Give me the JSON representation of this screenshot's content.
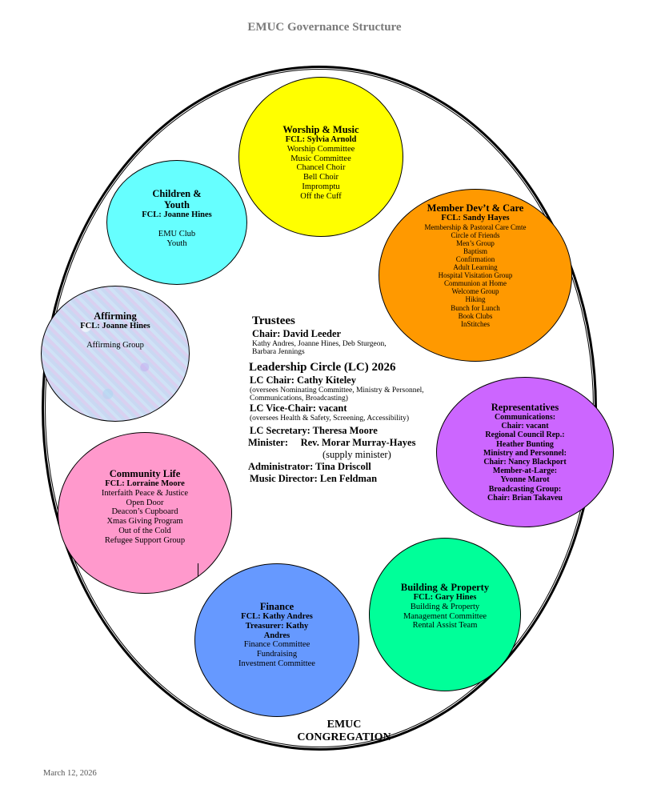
{
  "title": "EMUC Governance Structure",
  "colors": {
    "worship": "#ffff00",
    "member": "#ff9900",
    "children": "#66ffff",
    "affirming": "#c9d8f2",
    "community": "#ff99cc",
    "representatives": "#cc66ff",
    "finance": "#6699ff",
    "building": "#00ff99"
  },
  "circles": {
    "worship": {
      "title": "Worship & Music",
      "fcl": "FCL:  Sylvia Arnold",
      "items": [
        "Worship Committee",
        "Music Committee",
        "Chancel Choir",
        "Bell Choir",
        "Impromptu",
        "Off the Cuff"
      ]
    },
    "children": {
      "title_line1": "Children &",
      "title_line2": "Youth",
      "fcl": "FCL: Joanne Hines",
      "items": [
        "EMU Club",
        "Youth"
      ]
    },
    "member": {
      "title": "Member Dev’t & Care",
      "fcl": "FCL: Sandy Hayes",
      "items": [
        "Membership & Pastoral Care Cmte",
        "Circle of Friends",
        "Men’s Group",
        "Baptism",
        "Confirmation",
        "Adult Learning",
        "Hospital Visitation Group",
        "Communion at Home",
        "Welcome Group",
        "Hiking",
        "Bunch for Lunch",
        "Book Clubs",
        "InStitches"
      ]
    },
    "affirming": {
      "title": "Affirming",
      "fcl": "FCL: Joanne Hines",
      "items": [
        "Affirming Group"
      ]
    },
    "representatives": {
      "title": "Representatives",
      "items": [
        "Communications:",
        "Chair: vacant",
        "Regional Council Rep.:",
        "Heather Bunting",
        "Ministry and Personnel:",
        "Chair: Nancy Blackport",
        "Member-at-Large:",
        "Yvonne Marot",
        "Broadcasting Group:",
        "Chair: Brian Takaveu"
      ]
    },
    "community": {
      "title": "Community Life",
      "fcl": "FCL: Lorraine Moore",
      "items": [
        "Interfaith Peace & Justice",
        "Open Door",
        "Deacon’s Cupboard",
        "Xmas Giving Program",
        "Out of the Cold",
        "Refugee Support Group"
      ]
    },
    "building": {
      "title": "Building & Property",
      "fcl": "FCL: Gary Hines",
      "items": [
        "Building & Property",
        "Management Committee",
        "Rental Assist Team"
      ]
    },
    "finance": {
      "title": "Finance",
      "fcl": "FCL: Kathy Andres",
      "treasurer_line1": "Treasurer: Kathy",
      "treasurer_line2": "Andres",
      "items": [
        "Finance Committee",
        "Fundraising",
        "Investment Committee"
      ]
    }
  },
  "center": {
    "trustees_heading": "Trustees",
    "trustees_chair": "Chair: David Leeder",
    "trustees_members_line1": "Kathy Andres, Joanne Hines, Deb Sturgeon,",
    "trustees_members_line2": "Barbara Jennings",
    "lc_heading": "Leadership Circle (LC) 2026",
    "lc_chair": "LC Chair: Cathy Kiteley",
    "lc_chair_note_line1": "(oversees Nominating Committee, Ministry & Personnel,",
    "lc_chair_note_line2": "Communications, Broadcasting)",
    "lc_vice": "LC Vice-Chair:  vacant",
    "lc_vice_note": "(oversees Health & Safety, Screening, Accessibility)",
    "lc_secretary": "LC Secretary: Theresa Moore",
    "minister": "Minister:     Rev. Morar Murray-Hayes",
    "minister_note": "(supply minister)",
    "administrator": "Administrator: Tina Driscoll",
    "music_director": "Music Director:  Len Feldman"
  },
  "congregation_line1": "EMUC",
  "congregation_line2": "CONGREGATION",
  "date": "March 12, 2026"
}
